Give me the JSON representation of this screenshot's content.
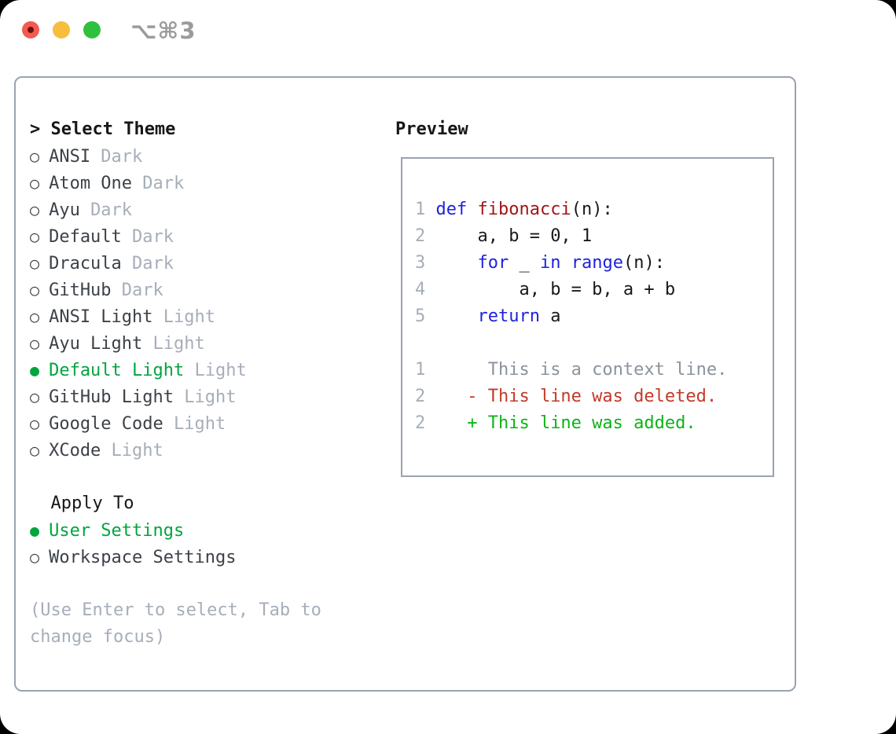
{
  "titlebar": {
    "title": "⌥⌘3",
    "buttons": [
      {
        "name": "close",
        "color": "#f25b50",
        "modified_dot": true
      },
      {
        "name": "minimize",
        "color": "#f6bd3e",
        "modified_dot": false
      },
      {
        "name": "zoom",
        "color": "#2fc13e",
        "modified_dot": false
      }
    ]
  },
  "theme_panel": {
    "header": {
      "prefix": ">",
      "label": "Select Theme"
    },
    "items": [
      {
        "prefix": "○",
        "name": "ANSI",
        "tag": "Dark",
        "selected": false
      },
      {
        "prefix": "○",
        "name": "Atom One",
        "tag": "Dark",
        "selected": false
      },
      {
        "prefix": "○",
        "name": "Ayu",
        "tag": "Dark",
        "selected": false
      },
      {
        "prefix": "○",
        "name": "Default",
        "tag": "Dark",
        "selected": false
      },
      {
        "prefix": "○",
        "name": "Dracula",
        "tag": "Dark",
        "selected": false
      },
      {
        "prefix": "○",
        "name": "GitHub",
        "tag": "Dark",
        "selected": false
      },
      {
        "prefix": "○",
        "name": "ANSI Light",
        "tag": "Light",
        "selected": false
      },
      {
        "prefix": "○",
        "name": "Ayu Light",
        "tag": "Light",
        "selected": false
      },
      {
        "prefix": "●",
        "name": "Default Light",
        "tag": "Light",
        "selected": true
      },
      {
        "prefix": "○",
        "name": "GitHub Light",
        "tag": "Light",
        "selected": false
      },
      {
        "prefix": "○",
        "name": "Google Code",
        "tag": "Light",
        "selected": false
      },
      {
        "prefix": "○",
        "name": "XCode",
        "tag": "Light",
        "selected": false
      }
    ],
    "apply_to": {
      "label": "Apply To",
      "options": [
        {
          "prefix": "●",
          "name": "User Settings",
          "selected": true
        },
        {
          "prefix": "○",
          "name": "Workspace Settings",
          "selected": false
        }
      ]
    },
    "help_lines": [
      "(Use Enter to select, Tab to",
      "change focus)"
    ]
  },
  "preview": {
    "label": "Preview",
    "lines": [
      [],
      [
        {
          "t": "1",
          "c": "num"
        },
        {
          "t": " ",
          "c": "plain"
        },
        {
          "t": "def",
          "c": "kw"
        },
        {
          "t": " ",
          "c": "plain"
        },
        {
          "t": "fibonacci",
          "c": "fn"
        },
        {
          "t": "(n):",
          "c": "plain"
        }
      ],
      [
        {
          "t": "2",
          "c": "num"
        },
        {
          "t": "     a, b = 0, 1",
          "c": "plain"
        }
      ],
      [
        {
          "t": "3",
          "c": "num"
        },
        {
          "t": "     ",
          "c": "plain"
        },
        {
          "t": "for",
          "c": "kw"
        },
        {
          "t": " _ ",
          "c": "plain"
        },
        {
          "t": "in",
          "c": "kw"
        },
        {
          "t": " ",
          "c": "plain"
        },
        {
          "t": "range",
          "c": "kw"
        },
        {
          "t": "(n):",
          "c": "plain"
        }
      ],
      [
        {
          "t": "4",
          "c": "num"
        },
        {
          "t": "         a, b = b, a + b",
          "c": "plain"
        }
      ],
      [
        {
          "t": "5",
          "c": "num"
        },
        {
          "t": "     ",
          "c": "plain"
        },
        {
          "t": "return",
          "c": "kw"
        },
        {
          "t": " a",
          "c": "plain"
        }
      ],
      [],
      [
        {
          "t": "1",
          "c": "num"
        },
        {
          "t": "      This is a context line.",
          "c": "ctx"
        }
      ],
      [
        {
          "t": "2",
          "c": "num"
        },
        {
          "t": "    - This line was deleted.",
          "c": "del"
        }
      ],
      [
        {
          "t": "2",
          "c": "num"
        },
        {
          "t": "    + This line was added.",
          "c": "add"
        }
      ]
    ]
  },
  "colors": {
    "accent_green": "#00a53e",
    "added_green": "#0db317",
    "deleted_red": "#c23a28",
    "keyword_blue": "#1e22dd",
    "function_red": "#a31515",
    "muted_gray": "#a6aeb9",
    "context_gray": "#8b939d",
    "text_dark": "#3c4148",
    "heading_black": "#15171a",
    "border_gray": "#9aa3ae",
    "titlebar_gray": "#9b9b9b",
    "light_red": "#f25b50",
    "light_yellow": "#f6bd3e",
    "light_green": "#2fc13e"
  }
}
